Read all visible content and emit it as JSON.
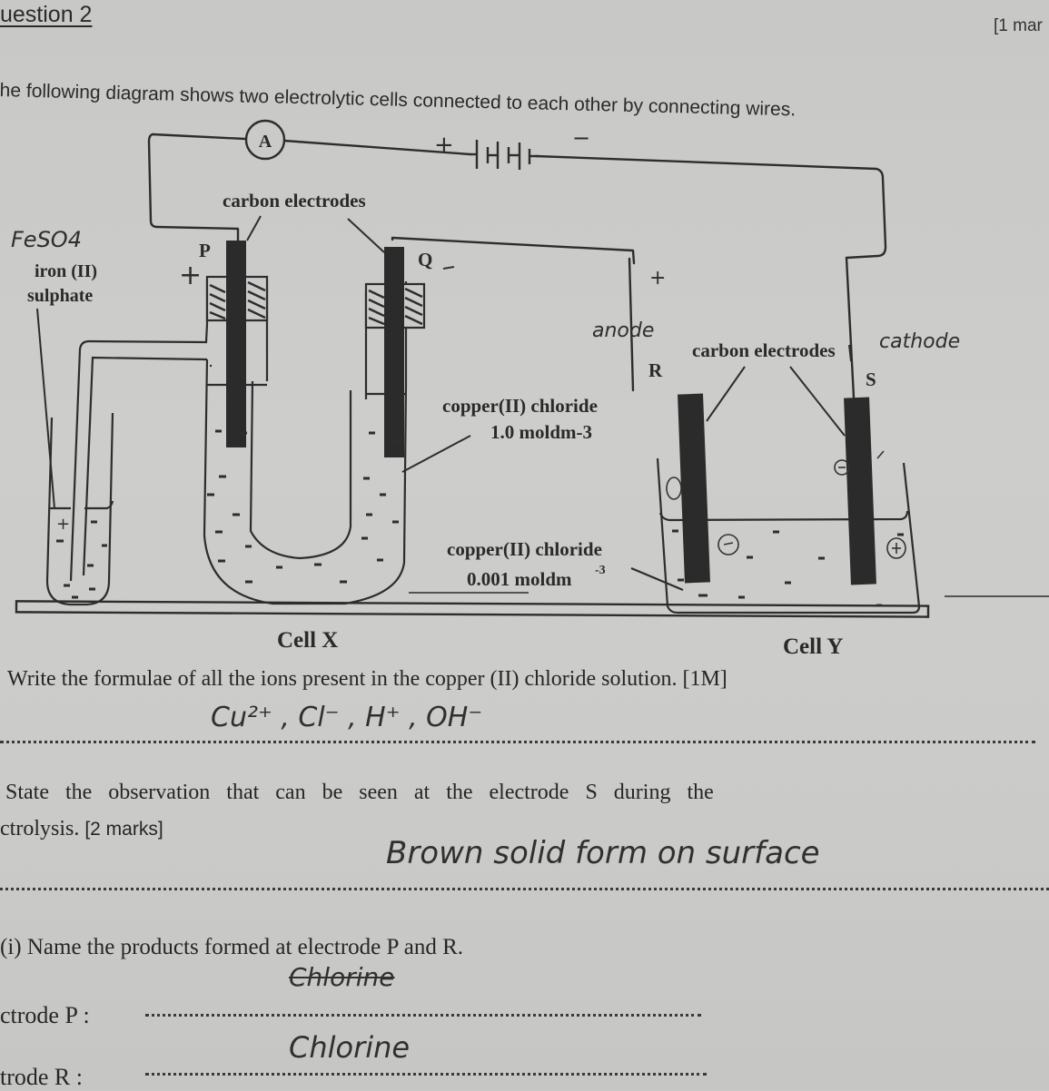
{
  "header": {
    "question_title": "uestion 2",
    "marks_top": "[1 mar",
    "intro": "he following diagram shows two electrolytic cells connected to each other by connecting wires."
  },
  "diagram": {
    "ammeter_label": "A",
    "battery_plus": "+",
    "battery_minus": "−",
    "cell_x": {
      "caption": "Cell X",
      "electrodes_label": "carbon electrodes",
      "electrode_p": "P",
      "electrode_q": "Q",
      "p_sign_handwritten": "+",
      "q_sign_handwritten": "−",
      "left_tube_label_line1": "iron (II)",
      "left_tube_label_line2": "sulphate",
      "left_tube_handwritten": "FeSO4",
      "u_tube_label_line1": "copper(II) chloride",
      "u_tube_label_line2": "1.0 moldm-3"
    },
    "cell_y": {
      "caption": "Cell Y",
      "electrodes_label": "carbon electrodes",
      "electrode_r": "R",
      "electrode_s": "S",
      "r_handwritten": "anode",
      "s_handwritten": "cathode",
      "r_sign_handwritten": "+",
      "solution_label_line1": "copper(II) chloride",
      "solution_label_line2": "0.001 moldm",
      "solution_label_exp": "-3"
    }
  },
  "questions": [
    {
      "text": "Write the formulae of all the ions present in the copper (II) chloride solution. [1M]",
      "answer": "Cu²⁺ , Cl⁻ , H⁺ , OH⁻"
    },
    {
      "text_line1": "State the observation that can be seen at the electrode S during the",
      "text_line2": "ctrolysis.",
      "marks": "[2 marks]",
      "answer": "Brown solid form on surface"
    },
    {
      "text": "(i) Name the products formed at electrode P and R.",
      "p_label": "ctrode P :",
      "p_answer_struck": "Chlorine",
      "r_label": "trode R :",
      "r_answer": "Chlorine"
    }
  ]
}
